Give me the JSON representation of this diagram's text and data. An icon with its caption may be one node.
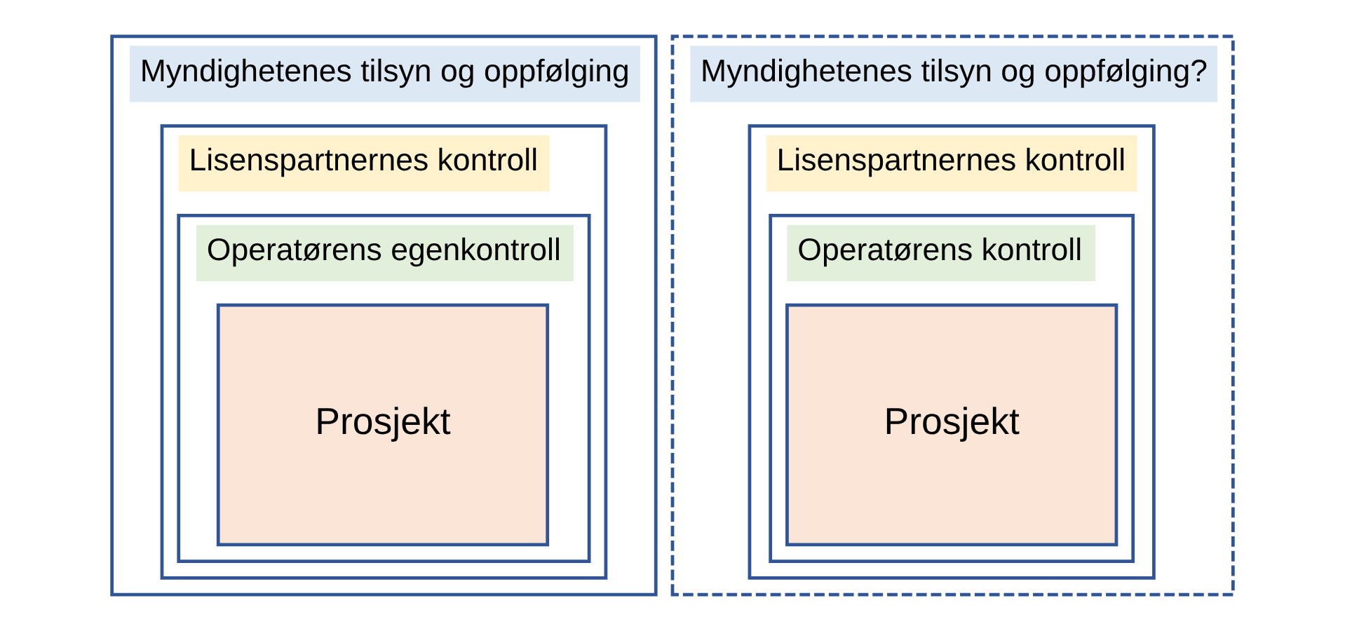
{
  "diagram": {
    "nodes": [
      {
        "text": [
          "Myndighetenes tilsyn og oppfølging"
        ]
      },
      {
        "text": [
          "Lisenspartnernes kontroll"
        ],
        "in": 0
      },
      {
        "text": [
          "Operatørens egenkontroll"
        ],
        "in": 1
      },
      {
        "text": [
          "Prosjekt"
        ],
        "in": 2
      },
      {
        "text": [
          "Myndighetenes tilsyn og oppfølging?"
        ]
      },
      {
        "text": [
          "Lisenspartnernes kontroll"
        ],
        "in": 4
      },
      {
        "text": [
          "Operatørens kontroll"
        ],
        "in": 5
      },
      {
        "text": [
          "Prosjekt"
        ],
        "in": 6
      }
    ]
  }
}
